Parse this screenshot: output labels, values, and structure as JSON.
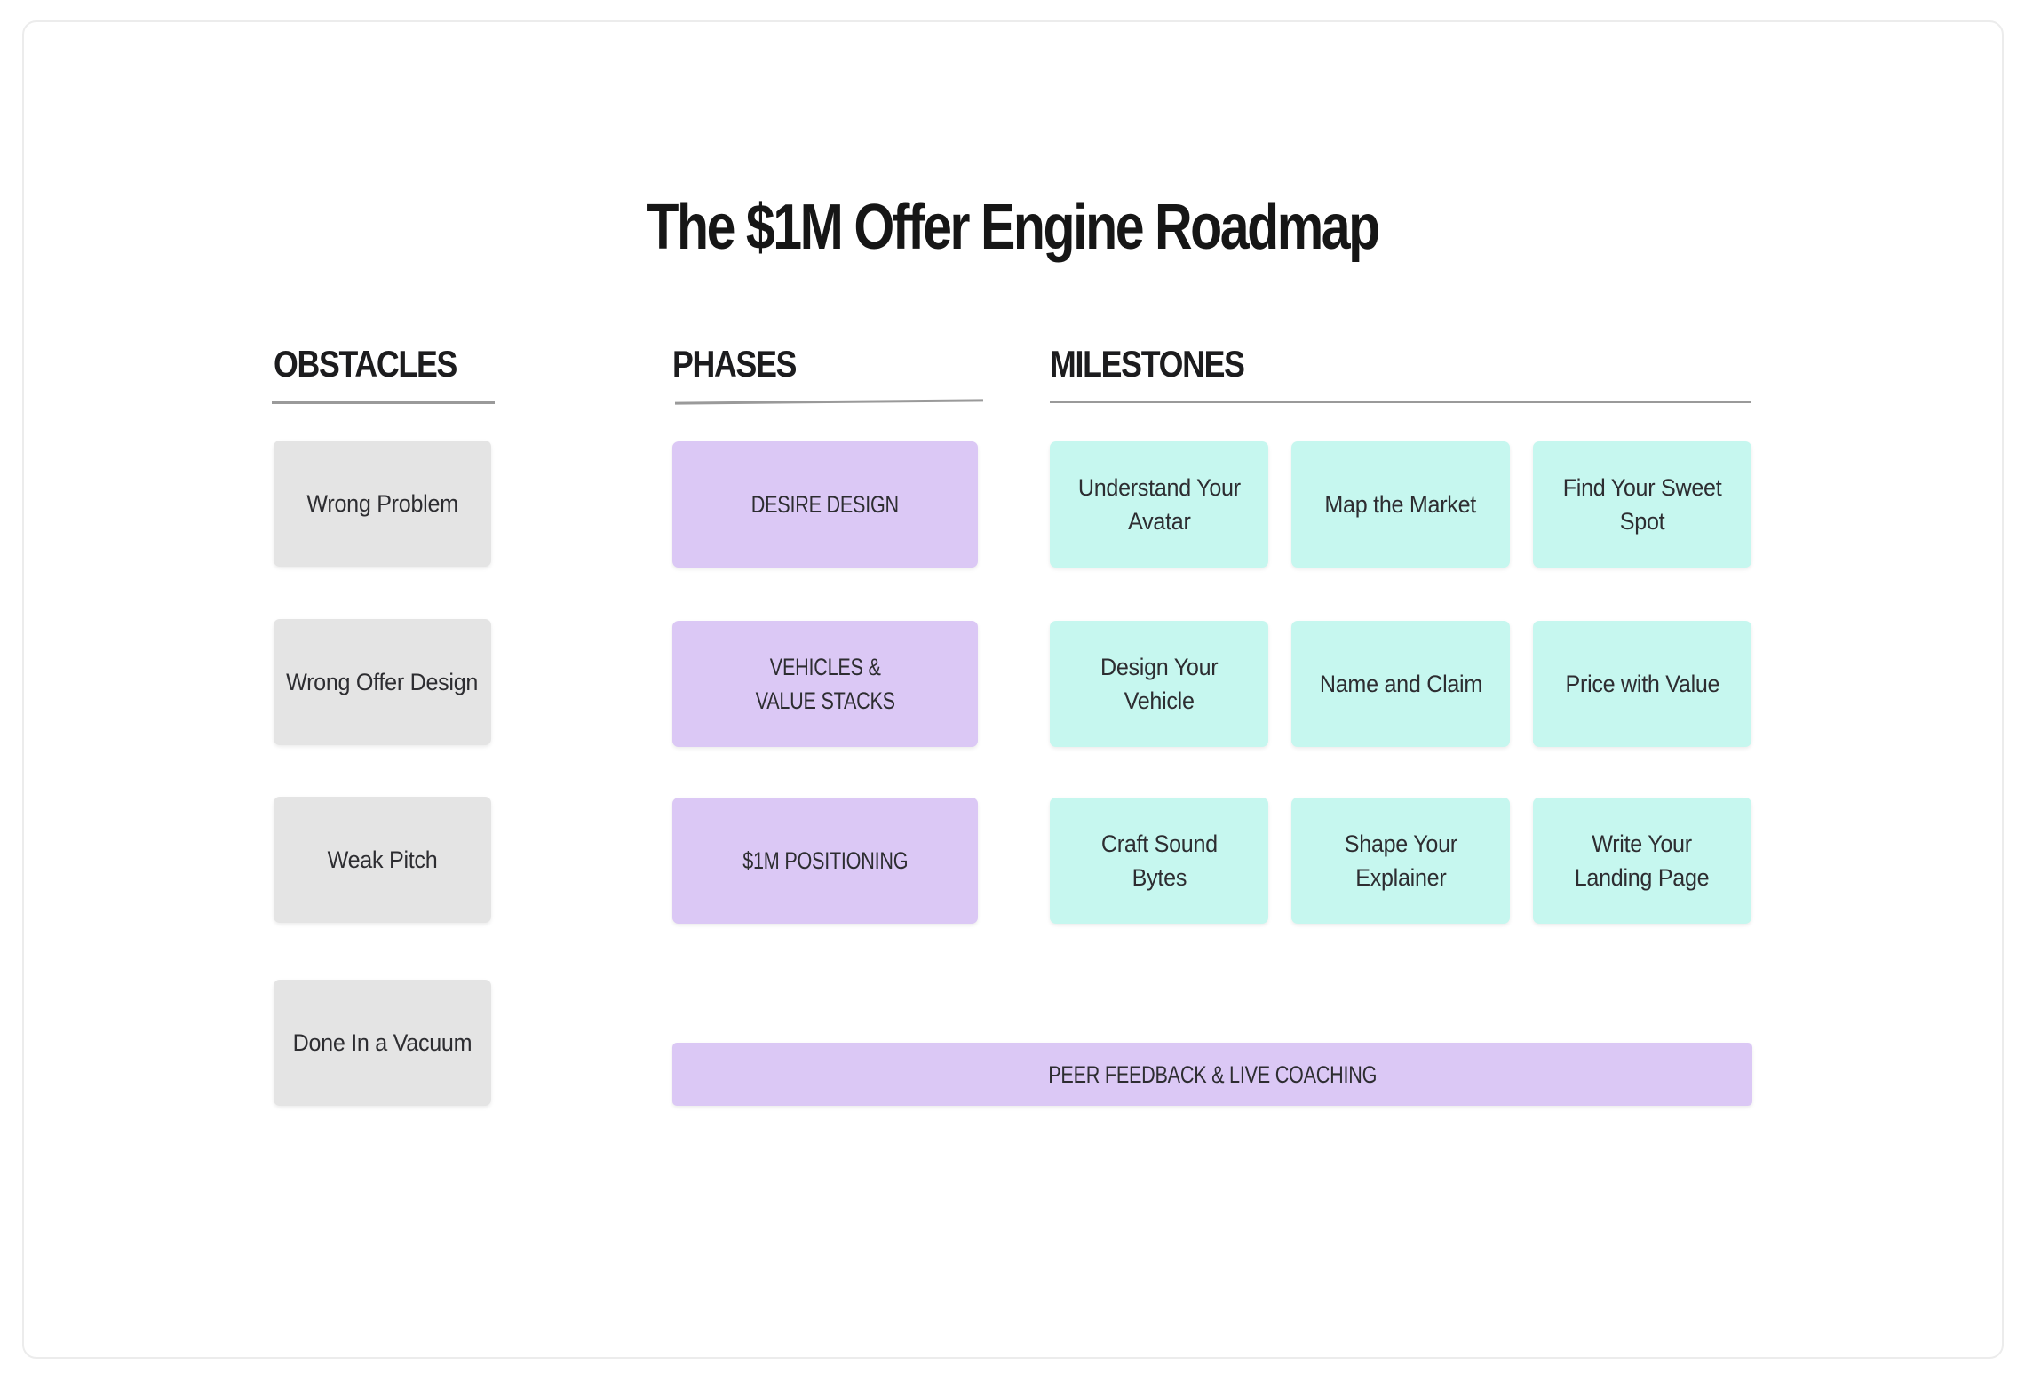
{
  "title": "The $1M Offer Engine Roadmap",
  "columns": {
    "obstacles": {
      "header": "OBSTACLES",
      "items": [
        {
          "label": "Wrong Problem"
        },
        {
          "label": "Wrong Offer Design"
        },
        {
          "label": "Weak Pitch"
        },
        {
          "label": "Done In a Vacuum"
        }
      ]
    },
    "phases": {
      "header": "PHASES",
      "items": [
        {
          "label": "DESIRE DESIGN"
        },
        {
          "label": "VEHICLES &\nVALUE STACKS"
        },
        {
          "label": "$1M POSITIONING"
        }
      ]
    },
    "milestones": {
      "header": "MILESTONES",
      "items": [
        {
          "label": "Understand Your\nAvatar"
        },
        {
          "label": "Map the Market"
        },
        {
          "label": "Find Your Sweet\nSpot"
        },
        {
          "label": "Design Your\nVehicle"
        },
        {
          "label": "Name and Claim"
        },
        {
          "label": "Price with Value"
        },
        {
          "label": "Craft Sound\nBytes"
        },
        {
          "label": "Shape Your\nExplainer"
        },
        {
          "label": "Write Your\nLanding Page"
        }
      ]
    }
  },
  "banner": {
    "label": "PEER FEEDBACK & LIVE COACHING"
  },
  "colors": {
    "obstacle_fill": "#e4e4e4",
    "phase_fill": "#dbc8f5",
    "milestone_fill": "#c6f7ef",
    "divider": "#9a9a9a",
    "heading": "#1c1c1e",
    "body_text": "#2d2d31"
  }
}
